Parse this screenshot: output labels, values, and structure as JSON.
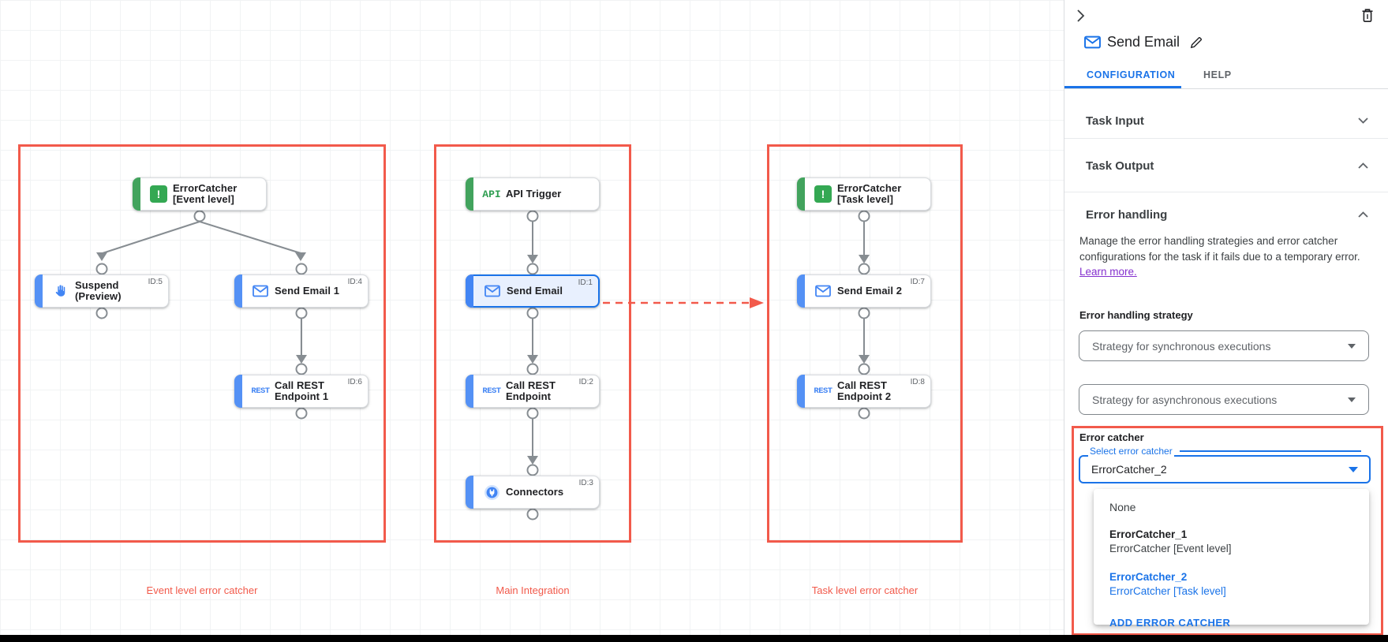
{
  "colors": {
    "accent_blue": "#1a73e8",
    "node_blue": "#4285f4",
    "node_green": "#34a853",
    "red_annotation": "#f25a4b",
    "red_dot": "#d50000",
    "link_purple": "#8430ce"
  },
  "canvas": {
    "groups": [
      {
        "label": "Event level error catcher"
      },
      {
        "label": "Main Integration"
      },
      {
        "label": "Task level error catcher"
      }
    ],
    "icon_texts": {
      "exclamation": "!",
      "api": "API",
      "rest": "REST"
    },
    "nodes": {
      "error_catcher_event": {
        "line1": "ErrorCatcher",
        "line2": "[Event level]"
      },
      "suspend": {
        "line1": "Suspend",
        "line2": "(Preview)",
        "id_tag": "ID:5"
      },
      "send_email_1": {
        "line1": "Send Email 1",
        "id_tag": "ID:4"
      },
      "call_rest_1": {
        "line1": "Call REST",
        "line2": "Endpoint 1",
        "id_tag": "ID:6"
      },
      "api_trigger": {
        "line1": "API Trigger"
      },
      "send_email": {
        "line1": "Send Email",
        "id_tag": "ID:1"
      },
      "call_rest": {
        "line1": "Call REST",
        "line2": "Endpoint",
        "id_tag": "ID:2"
      },
      "connectors": {
        "line1": "Connectors",
        "id_tag": "ID:3"
      },
      "error_catcher_task": {
        "line1": "ErrorCatcher",
        "line2": "[Task level]"
      },
      "send_email_2": {
        "line1": "Send Email 2",
        "id_tag": "ID:7"
      },
      "call_rest_2": {
        "line1": "Call REST",
        "line2": "Endpoint 2",
        "id_tag": "ID:8"
      }
    }
  },
  "panel": {
    "title": "Send Email",
    "tabs": [
      {
        "label": "CONFIGURATION"
      },
      {
        "label": "HELP"
      }
    ],
    "sections": {
      "task_input": "Task Input",
      "task_output": "Task Output",
      "error_handling": "Error handling"
    },
    "error_handling": {
      "description": "Manage the error handling strategies and error catcher configurations for the task if it fails due to a temporary error.",
      "learn_more": "Learn more.",
      "strategy_label": "Error handling strategy",
      "sync_placeholder": "Strategy for synchronous executions",
      "async_placeholder": "Strategy for asynchronous executions",
      "error_catcher_label": "Error catcher",
      "select_label": "Select error catcher",
      "select_value": "ErrorCatcher_2",
      "menu": {
        "none_label": "None",
        "options": [
          {
            "name": "ErrorCatcher_1",
            "desc": "ErrorCatcher [Event level]"
          },
          {
            "name": "ErrorCatcher_2",
            "desc": "ErrorCatcher [Task level]"
          }
        ],
        "add_button": "ADD ERROR CATCHER"
      }
    }
  }
}
